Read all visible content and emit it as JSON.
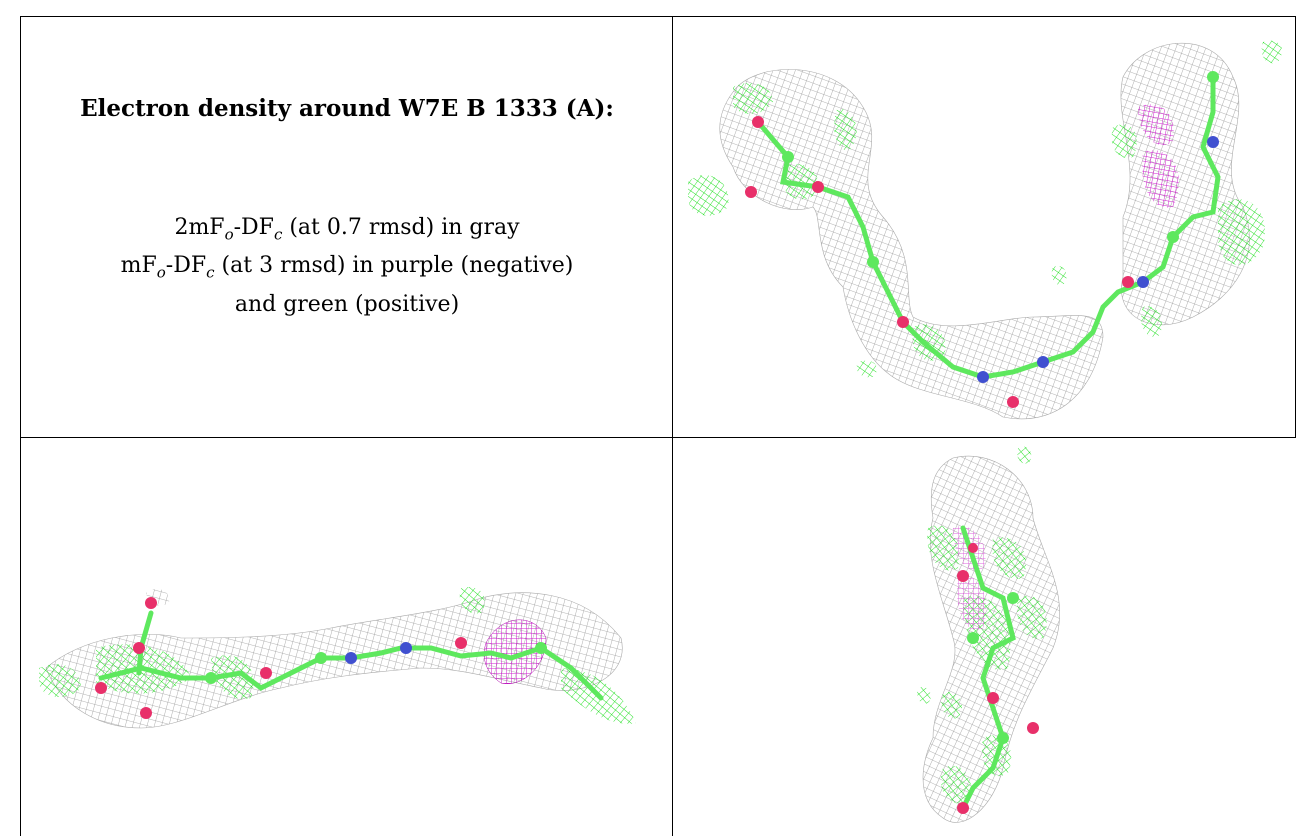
{
  "caption": {
    "title": "Electron density around W7E B 1333 (A):",
    "line1_a": "2mF",
    "line1_sub1": "o",
    "line1_b": "-DF",
    "line1_sub2": "c",
    "line1_c": " (at 0.7 rmsd) in gray",
    "line2_a": "mF",
    "line2_sub1": "o",
    "line2_b": "-DF",
    "line2_sub2": "c",
    "line2_c": " (at 3 rmsd) in purple (negative)",
    "line3": "and green (positive)"
  },
  "colors": {
    "mesh_gray": "#9a9a9a",
    "mesh_green": "#22e022",
    "mesh_purple": "#cc22cc",
    "carbon": "#5ee85e",
    "oxygen": "#e8306a",
    "nitrogen": "#4050d0"
  },
  "panels": [
    "view-top-right",
    "view-bottom-left",
    "view-bottom-right"
  ]
}
